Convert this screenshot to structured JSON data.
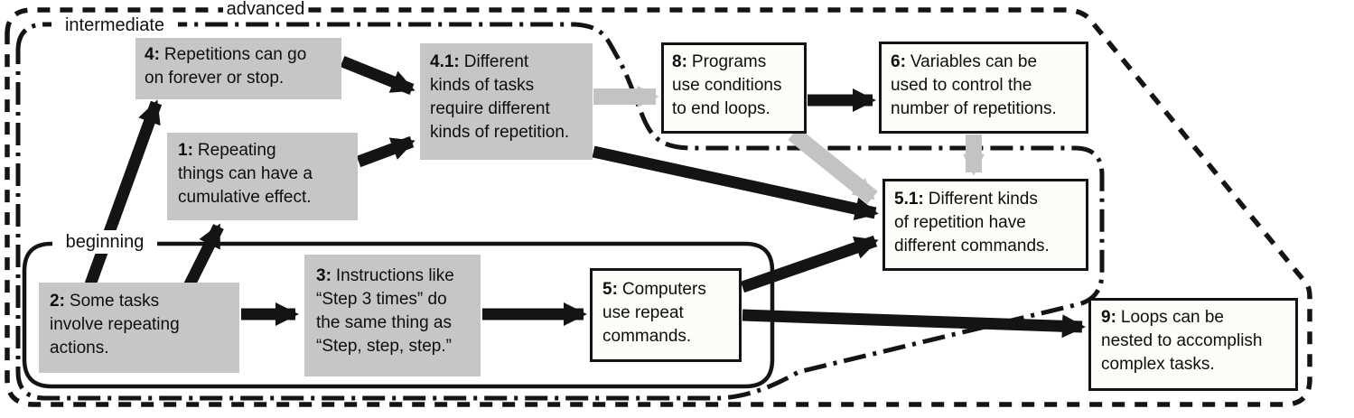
{
  "regions": [
    {
      "id": "advanced",
      "label": "advanced",
      "border": "dashed"
    },
    {
      "id": "intermediate",
      "label": "intermediate",
      "border": "dash-dot"
    },
    {
      "id": "beginning",
      "label": "beginning",
      "border": "solid"
    }
  ],
  "boxes": [
    {
      "id": "4",
      "num": "4:",
      "text": "Repetitions can go\non forever or stop.",
      "fill": "gray",
      "region": "intermediate"
    },
    {
      "id": "1",
      "num": "1:",
      "text": "Repeating\nthings can have a\ncumulative effect.",
      "fill": "gray",
      "region": "intermediate"
    },
    {
      "id": "4.1",
      "num": "4.1:",
      "text": "Different\nkinds of tasks\nrequire different\nkinds of repetition.",
      "fill": "gray",
      "region": "intermediate"
    },
    {
      "id": "8",
      "num": "8:",
      "text": "Programs\nuse conditions\nto end loops.",
      "fill": "white",
      "region": "advanced"
    },
    {
      "id": "6",
      "num": "6:",
      "text": "Variables can be\nused to control the\nnumber of repetitions.",
      "fill": "white",
      "region": "advanced"
    },
    {
      "id": "5.1",
      "num": "5.1:",
      "text": "Different kinds\nof repetition have\ndifferent commands.",
      "fill": "white",
      "region": "intermediate"
    },
    {
      "id": "2",
      "num": "2:",
      "text": "Some tasks\ninvolve repeating\nactions.",
      "fill": "gray",
      "region": "beginning"
    },
    {
      "id": "3",
      "num": "3:",
      "text": "Instructions like\n“Step 3 times” do\nthe same thing as\n“Step, step, step.”",
      "fill": "gray",
      "region": "beginning"
    },
    {
      "id": "5",
      "num": "5:",
      "text": "Computers\nuse repeat\ncommands.",
      "fill": "white",
      "region": "beginning"
    },
    {
      "id": "9",
      "num": "9:",
      "text": "Loops can be\nnested to accomplish\ncomplex tasks.",
      "fill": "white",
      "region": "advanced"
    }
  ],
  "edges": [
    {
      "from": "2",
      "to": "4",
      "color": "black"
    },
    {
      "from": "2",
      "to": "1",
      "color": "black"
    },
    {
      "from": "2",
      "to": "3",
      "color": "black"
    },
    {
      "from": "3",
      "to": "5",
      "color": "black"
    },
    {
      "from": "4",
      "to": "4.1",
      "color": "black"
    },
    {
      "from": "1",
      "to": "4.1",
      "color": "black"
    },
    {
      "from": "4.1",
      "to": "8",
      "color": "gray"
    },
    {
      "from": "8",
      "to": "6",
      "color": "black"
    },
    {
      "from": "8",
      "to": "5.1",
      "color": "gray"
    },
    {
      "from": "6",
      "to": "5.1",
      "color": "gray"
    },
    {
      "from": "4.1",
      "to": "5.1",
      "color": "black"
    },
    {
      "from": "5",
      "to": "5.1",
      "color": "black"
    },
    {
      "from": "5",
      "to": "9",
      "color": "black"
    }
  ],
  "colors": {
    "box_gray": "#c6c6c6",
    "box_white": "#fcfcf8",
    "ink": "#141414",
    "arrow_gray": "#c3c3c3",
    "background": "#ffffff"
  }
}
